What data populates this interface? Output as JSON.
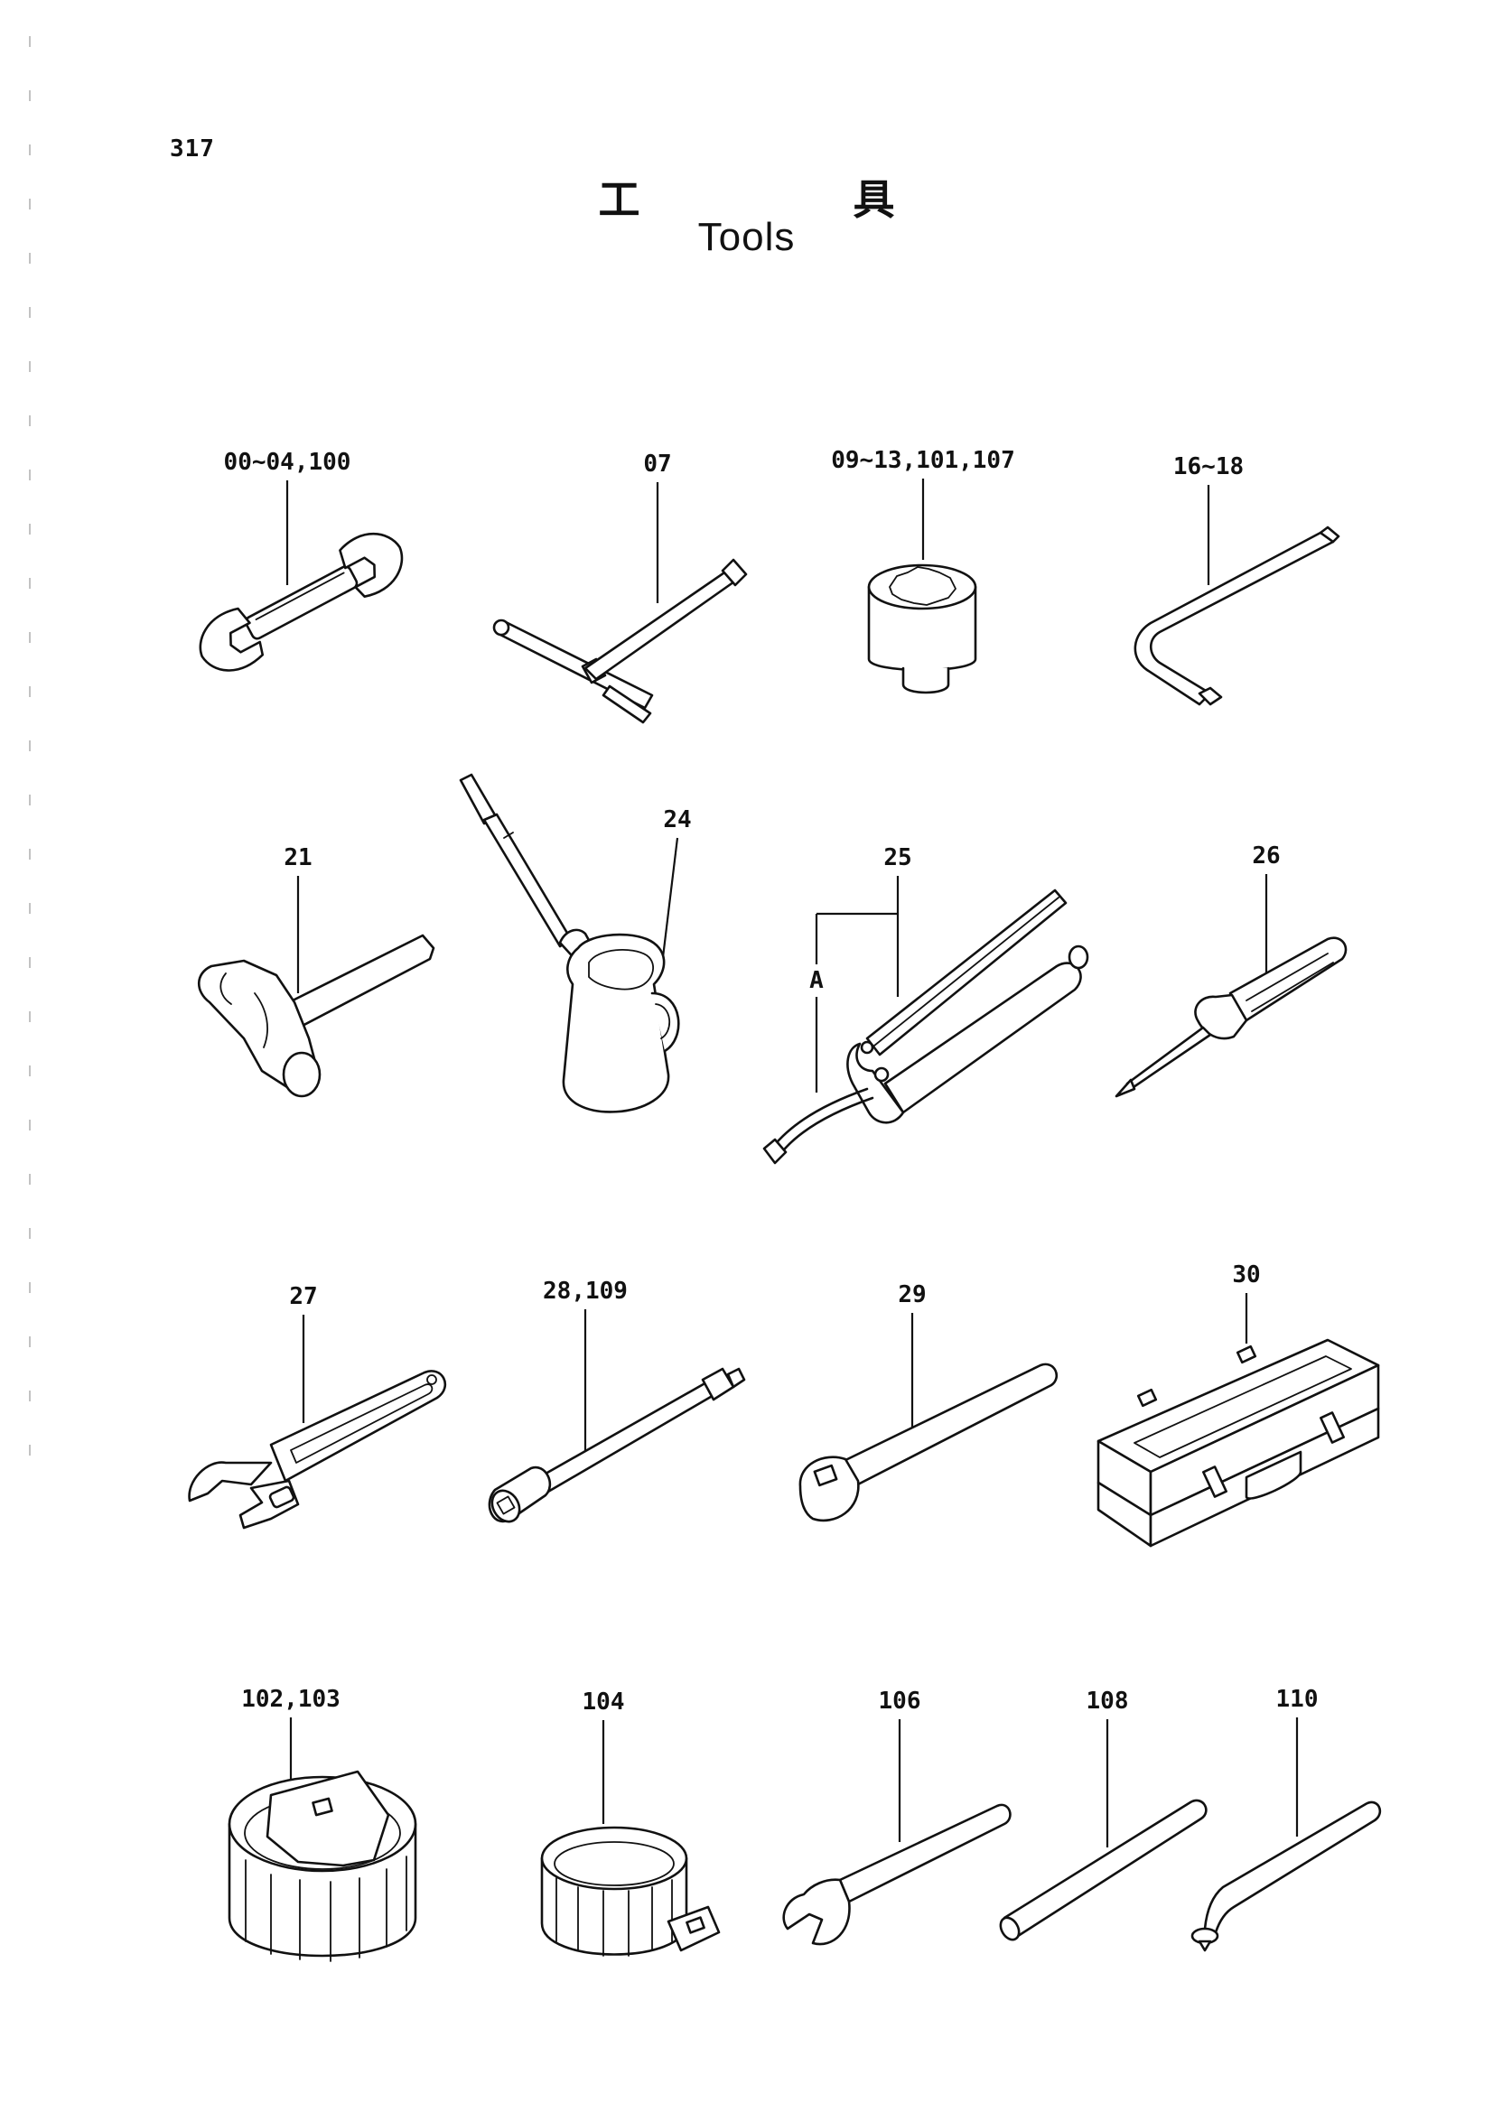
{
  "page": {
    "number": "317",
    "title_jp": "工 具",
    "title_en": "Tools"
  },
  "labels": {
    "spanner": "00~04,100",
    "t_wrench": "07",
    "socket": "09~13,101,107",
    "hex_key": "16~18",
    "hammer": "21",
    "oil_can": "24",
    "grease_gun": "25",
    "grease_gun_hose": "A",
    "screwdriver": "26",
    "adjustable_wrench": "27",
    "extension_bar": "28,109",
    "ratchet_handle": "29",
    "tool_box": "30",
    "filter_wrench_cap": "102,103",
    "filter_wrench_band": "104",
    "single_spanner": "106",
    "bar": "108",
    "bent_bar": "110"
  }
}
